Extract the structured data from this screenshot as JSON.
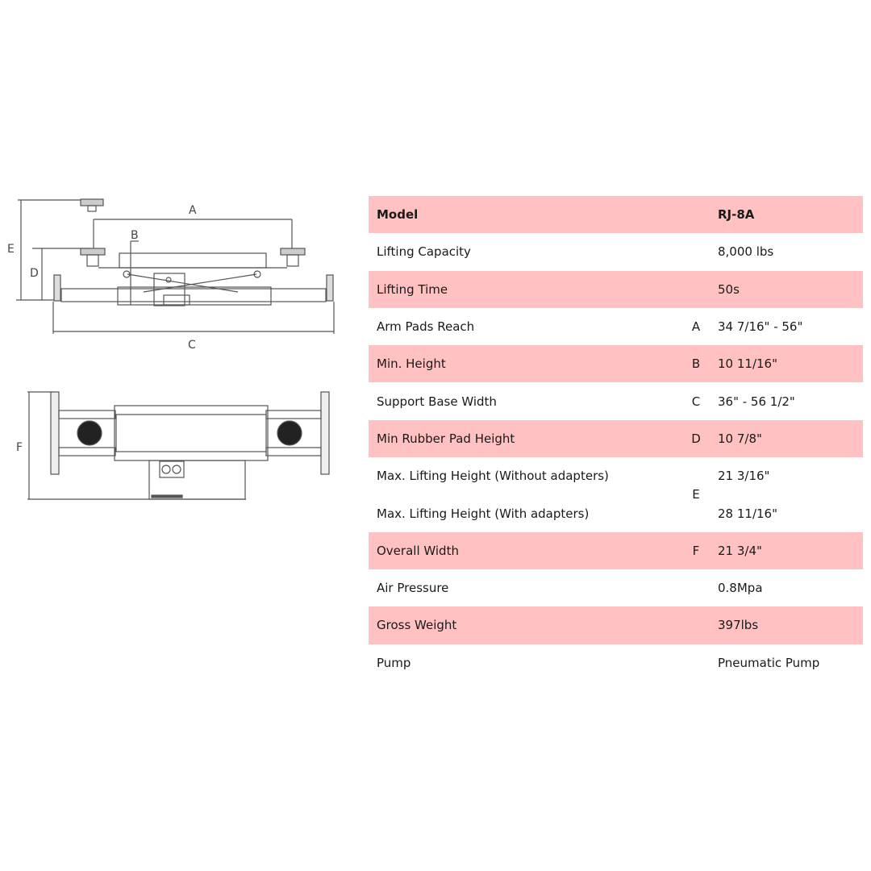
{
  "diagram": {
    "side_view_labels": {
      "a": "A",
      "b": "B",
      "c": "C",
      "d": "D",
      "e": "E"
    },
    "top_view_labels": {
      "f": "F"
    }
  },
  "table": {
    "header": {
      "label": "Model",
      "ref": "",
      "value": "RJ-8A"
    },
    "rows": [
      {
        "label": "Lifting Capacity",
        "ref": "",
        "value": "8,000 lbs"
      },
      {
        "label": "Lifting Time",
        "ref": "",
        "value": "50s"
      },
      {
        "label": "Arm Pads Reach",
        "ref": "A",
        "value": "34 7/16\" - 56\""
      },
      {
        "label": "Min. Height",
        "ref": "B",
        "value": "10 11/16\""
      },
      {
        "label": "Support Base Width",
        "ref": "C",
        "value": "36\" - 56 1/2\""
      },
      {
        "label": "Min Rubber Pad Height",
        "ref": "D",
        "value": "10 7/8\""
      },
      {
        "label": "Max. Lifting Height (Without adapters)",
        "ref": "E",
        "value": "21 3/16\"",
        "label2": "Max. Lifting Height (With adapters)",
        "value2": "28 11/16\""
      },
      {
        "label": "Overall Width",
        "ref": "F",
        "value": "21 3/4\""
      },
      {
        "label": "Air Pressure",
        "ref": "",
        "value": "0.8Mpa"
      },
      {
        "label": "Gross Weight",
        "ref": "",
        "value": "397lbs"
      },
      {
        "label": "Pump",
        "ref": "",
        "value": "Pneumatic Pump"
      }
    ],
    "colors": {
      "shaded": "#ffc1c1",
      "plain": "#ffffff"
    }
  }
}
